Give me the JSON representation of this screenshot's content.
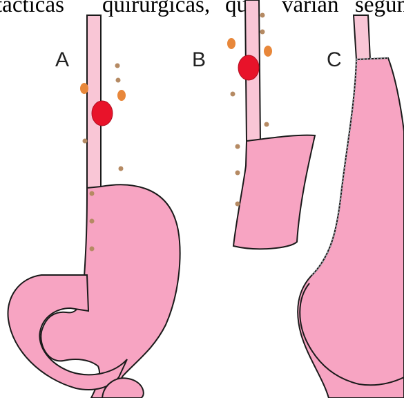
{
  "caption_fragment": {
    "words": [
      "tácticas",
      "quirúrgicas,",
      "que",
      "varían",
      "según"
    ]
  },
  "panels": [
    {
      "id": "A",
      "label": "A"
    },
    {
      "id": "B",
      "label": "B"
    },
    {
      "id": "C",
      "label": "C"
    }
  ],
  "colors": {
    "organ_fill": "#f7a4c2",
    "esophagus_fill": "#f9c6d6",
    "outline": "#1a1a1a",
    "tumor": "#e8132a",
    "lymph_node_large": "#e8873a",
    "lymph_node_small": "#b58a63",
    "staple_line": "#9aa0a6"
  }
}
